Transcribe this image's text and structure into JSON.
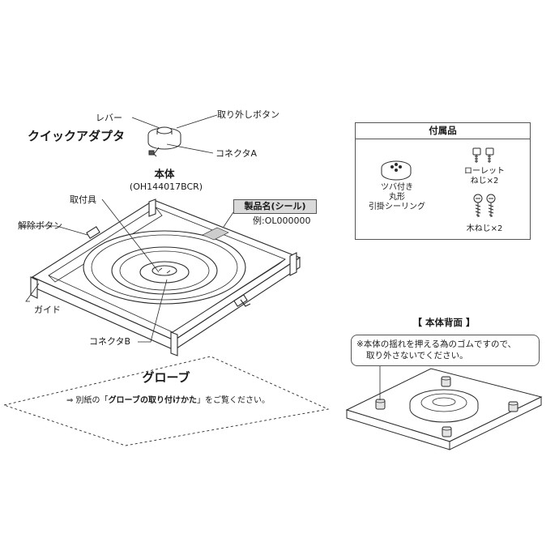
{
  "labels": {
    "lever": "レバー",
    "remove_button": "取り外しボタン",
    "quick_adapter": "クイックアダプタ",
    "connector_a": "コネクタA",
    "main_body": "本体",
    "model": "(OH144017BCR)",
    "mount": "取付具",
    "product_name": "製品名(シール)",
    "product_example": "例:OL000000",
    "release_button": "解除ボタン",
    "guide": "ガイド",
    "connector_b": "コネクタB",
    "glove": "グローブ",
    "glove_note_prefix": "⇒ 別紙の「",
    "glove_note_bold": "グローブの取り付けかた",
    "glove_note_suffix": "」をご覧ください。"
  },
  "accessories": {
    "title": "付属品",
    "ceiling_line1": "ツバ付き",
    "ceiling_line2": "丸形",
    "ceiling_line3": "引掛シーリング",
    "knurled_line1": "ローレット",
    "knurled_line2": "ねじ×2",
    "wood_screw": "木ねじ×2"
  },
  "back": {
    "title": "【 本体背面 】",
    "note_line1": "※本体の揺れを押える為のゴムですので、",
    "note_line2": "取り外さないでください。"
  },
  "colors": {
    "line": "#2a2a2a",
    "gray_fill": "#d9d9d9",
    "back_rubber": "#e3e3e3"
  }
}
